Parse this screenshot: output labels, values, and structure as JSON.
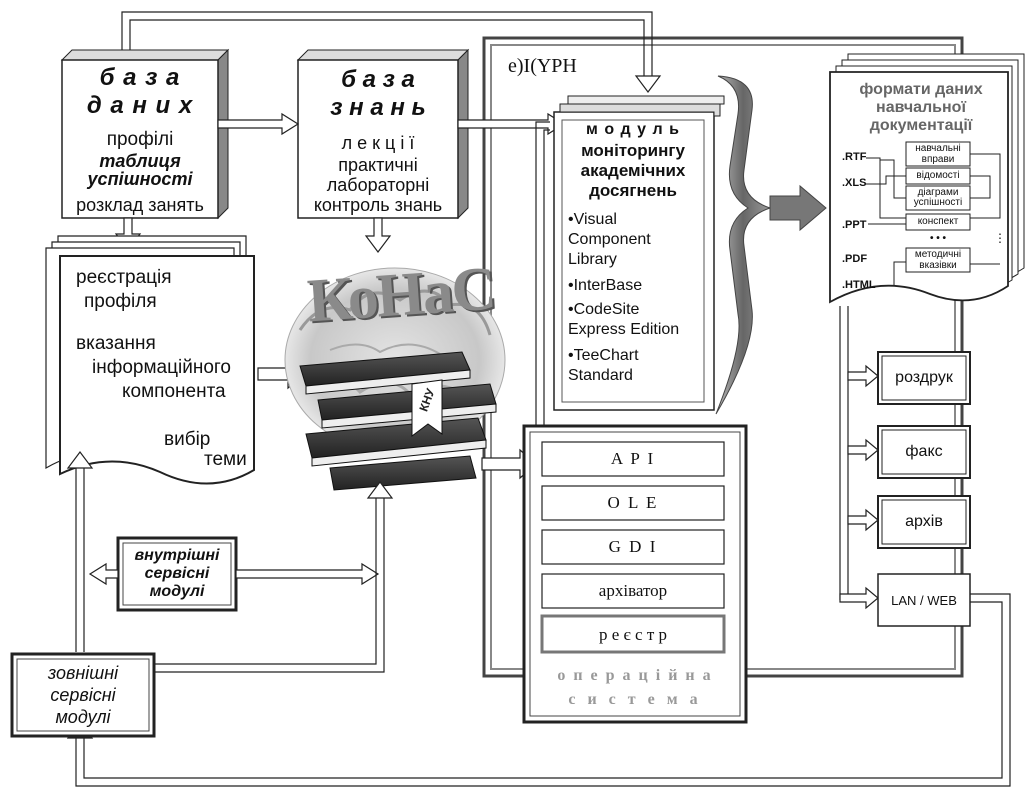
{
  "database": {
    "title_line1": "б а з а",
    "title_line2": "д а н и х",
    "item_profiles": "профілі",
    "item_table_line1": "таблиця",
    "item_table_line2": "успішності",
    "item_schedule": "розклад занять"
  },
  "knowledge_base": {
    "title_line1": "б а з а",
    "title_line2": "з н а н ь",
    "item1": "л е к ц і ї",
    "item2": "практичні",
    "item3": "лабораторні",
    "item4": "контроль знань"
  },
  "user_actions": {
    "line1": "реєстрація",
    "line2": "профіля",
    "line3": "вказання",
    "line4": "інформаційного",
    "line5": "компонента",
    "line6": "вибір",
    "line7": "теми"
  },
  "center_logo": {
    "text": "КоНаС",
    "book_mark": "КНУ"
  },
  "shell_label": "e)I(YPH",
  "monitoring_module": {
    "title_line1": "м о д у л ь",
    "title_line2": "моніторингу",
    "title_line3": "академічних",
    "title_line4": "досягнень",
    "components": [
      {
        "l1": "•Visual",
        "l2": "Component",
        "l3": "Library"
      },
      {
        "l1": "•InterBase",
        "l2": "",
        "l3": ""
      },
      {
        "l1": "•CodeSite",
        "l2": "Express Edition",
        "l3": ""
      },
      {
        "l1": "•TeeChart",
        "l2": "Standard",
        "l3": ""
      }
    ]
  },
  "operating_system": {
    "items": [
      "A P I",
      "O L E",
      "G D I",
      "архіватор",
      "р е є с т р"
    ],
    "title_line1": "о п е р а ц і й н а",
    "title_line2": "с и с т е м а"
  },
  "formats": {
    "title_line1": "формати даних",
    "title_line2": "навчальної",
    "title_line3": "документації",
    "extensions": [
      ".RTF",
      ".XLS",
      ".PPT",
      ".PDF",
      ".HTML"
    ],
    "docs": [
      {
        "l1": "навчальні",
        "l2": "вправи"
      },
      {
        "l1": "відомості",
        "l2": ""
      },
      {
        "l1": "діаграми",
        "l2": "успішності"
      },
      {
        "l1": "конспект",
        "l2": ""
      },
      {
        "l1": "методичні",
        "l2": "вказівки"
      }
    ],
    "ellipsis_h": "• • •",
    "ellipsis_v": "⋮"
  },
  "outputs": [
    "роздрук",
    "факс",
    "архів",
    "LAN / WEB"
  ],
  "internal_modules": {
    "line1": "внутрішні",
    "line2": "сервісні",
    "line3": "модулі"
  },
  "external_modules": {
    "line1": "зовнішні",
    "line2": "сервісні",
    "line3": "модулі"
  }
}
